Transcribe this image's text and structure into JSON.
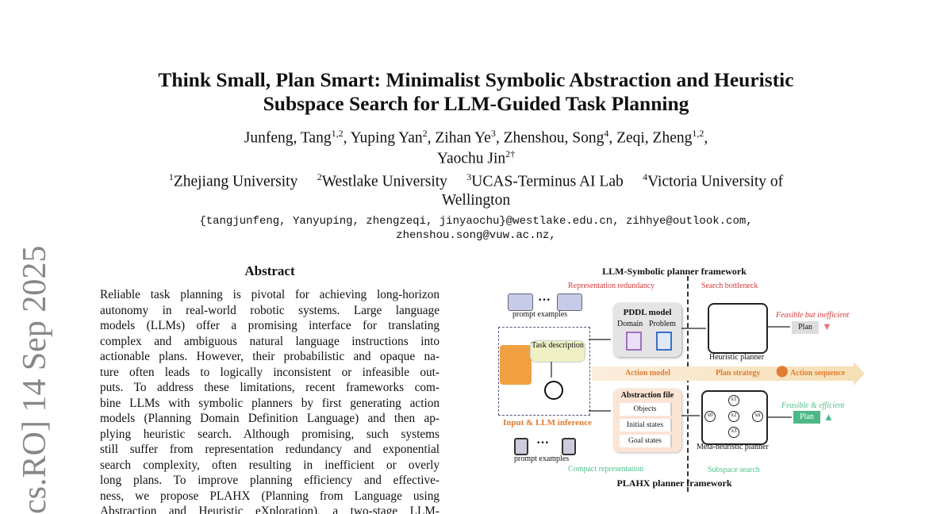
{
  "title": {
    "line1": "Think Small, Plan Smart: Minimalist Symbolic Abstraction and Heuristic",
    "line2": "Subspace Search for LLM-Guided Task Planning"
  },
  "authors": {
    "a1": "Junfeng, Tang",
    "a1s": "1,2",
    "a2": "Yuping Yan",
    "a2s": "2",
    "a3": "Zihan Ye",
    "a3s": "3",
    "a4": "Zhenshou, Song",
    "a4s": "4",
    "a5": "Zeqi, Zheng",
    "a5s": "1,2",
    "a6": "Yaochu Jin",
    "a6s": "2†"
  },
  "affiliations": {
    "f1s": "1",
    "f1": "Zhejiang University",
    "f2s": "2",
    "f2": "Westlake University",
    "f3s": "3",
    "f3": "UCAS-Terminus AI Lab",
    "f4s": "4",
    "f4": "Victoria University of",
    "f4b": "Wellington"
  },
  "emails": {
    "line1": "{tangjunfeng, Yanyuping, zhengzeqi, jinyaochu}@westlake.edu.cn, zihhye@outlook.com,",
    "line2": "zhenshou.song@vuw.ac.nz,"
  },
  "arxiv_stamp": "cs.RO]  14 Sep 2025",
  "abstract": {
    "heading": "Abstract",
    "lines": [
      "Reliable task planning is pivotal for achieving long-horizon",
      "autonomy in real-world robotic systems. Large language",
      "models (LLMs) offer a promising interface for translating",
      "complex and ambiguous natural language instructions into",
      "actionable plans. However, their probabilistic and opaque na-",
      "ture often leads to logically inconsistent or infeasible out-",
      "puts. To address these limitations, recent frameworks com-",
      "bine LLMs with symbolic planners by first generating action",
      "models (Planning Domain Definition Language) and then ap-",
      "plying heuristic search. Although promising, such systems",
      "still suffer from representation redundancy and exponential",
      "search complexity, often resulting in inefficient or overly",
      "long plans. To improve planning efficiency and effective-",
      "ness, we propose PLAHX (Planning from Language using",
      "Abstraction and Heuristic eXploration), a two-stage LLM-"
    ]
  },
  "figure": {
    "top_title": "LLM-Symbolic planner framework",
    "rep_redundancy": "Representation redundancy",
    "search_bottleneck": "Search bottleneck",
    "prompt_examples": "prompt examples",
    "pddl_model": "PDDL model",
    "domain": "Domain",
    "problem": "Problem",
    "task_description": "Task description",
    "heuristic_planner": "Heuristic planner",
    "feasible_inefficient": "Feasible but inefficient",
    "plan": "Plan",
    "action_model": "Action model",
    "plan_strategy": "Plan strategy",
    "action_sequence": "Action sequence",
    "abstraction_file": "Abstraction file",
    "objects": "Objects",
    "initial_states": "Initial states",
    "goal_states": "Goal states",
    "input_llm": "Input & LLM inference",
    "meta_planner": "Meta-heuristic planner",
    "feasible_efficient": "Feasible & efficient",
    "compact_rep": "Compact representation",
    "subspace_search": "Subspace search",
    "bottom_title": "PLAHX planner framework",
    "nodes": [
      "x0",
      "x1",
      "x2",
      "x3",
      "xn"
    ]
  }
}
